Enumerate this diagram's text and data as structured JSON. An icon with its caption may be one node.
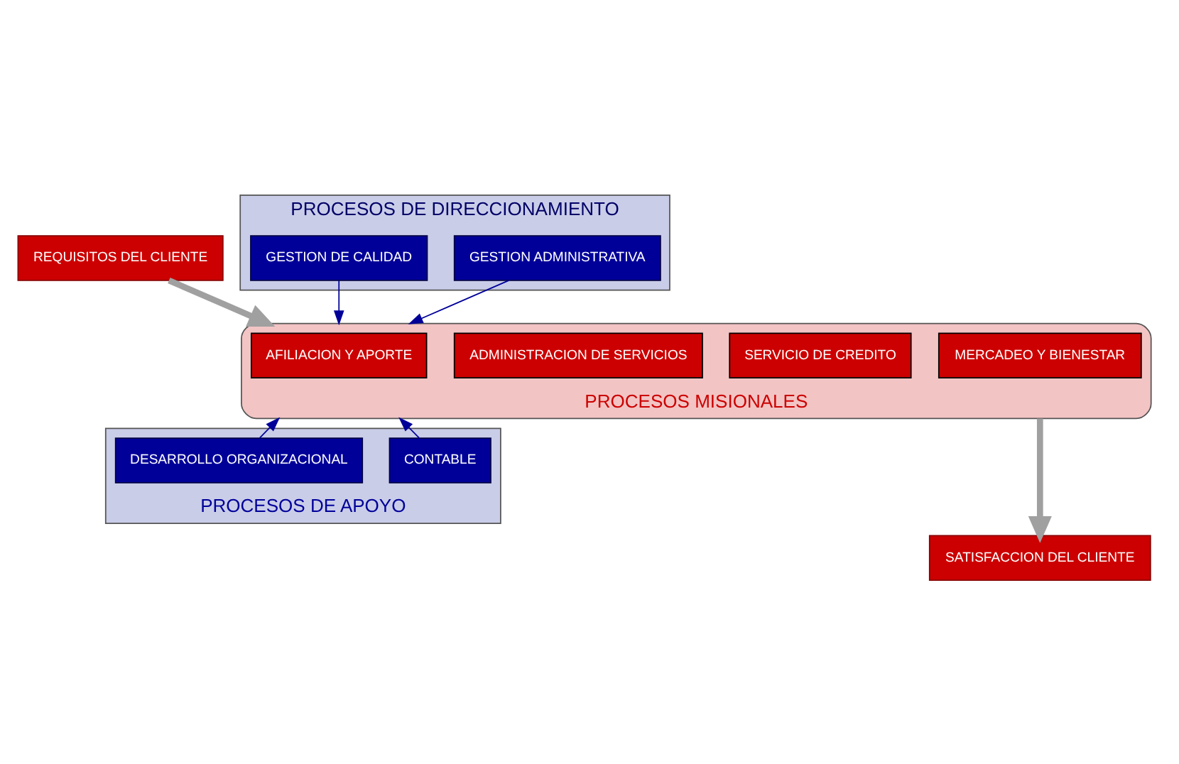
{
  "diagram": {
    "nodes": [
      {
        "text": [
          "REQUISITOS DEL CLIENTE"
        ]
      },
      {
        "text": [
          "PROCESOS DE DIRECCIONAMIENTO"
        ]
      },
      {
        "text": [
          "GESTION ADMINISTRATIVA"
        ],
        "in": 1
      },
      {
        "text": [
          "GESTION DE CALIDAD"
        ],
        "in": 1
      },
      {
        "text": [
          "PROCESOS MISIONALES"
        ]
      },
      {
        "text": [
          "AFILIACION Y APORTE"
        ],
        "in": 4
      },
      {
        "text": [
          "SERVICIO DE CREDITO"
        ],
        "in": 4
      },
      {
        "text": [
          "ADMINISTRACION DE SERVICIOS"
        ],
        "in": 4
      },
      {
        "text": [
          "MERCADEO Y BIENESTAR"
        ],
        "in": 4
      },
      {
        "text": [
          "PROCESOS DE APOYO"
        ]
      },
      {
        "text": [
          "CONTABLE"
        ],
        "in": 9
      },
      {
        "text": [
          "DESARROLLO ORGANIZACIONAL"
        ],
        "in": 9
      },
      {
        "text": [
          "SATISFACCION DEL CLIENTE"
        ]
      }
    ],
    "edges": [
      {
        "from": 0,
        "to": 4,
        "arrow": "to",
        "style": "thick",
        "color": "#a0a0a0"
      },
      {
        "from": 2,
        "to": 4,
        "arrow": "to"
      },
      {
        "from": 3,
        "to": 4,
        "arrow": "to"
      },
      {
        "from": 10,
        "to": 4,
        "arrow": "to"
      },
      {
        "from": 11,
        "to": 4,
        "arrow": "to"
      },
      {
        "from": 4,
        "to": 12,
        "arrow": "to",
        "style": "thick",
        "color": "#a0a0a0"
      }
    ]
  }
}
